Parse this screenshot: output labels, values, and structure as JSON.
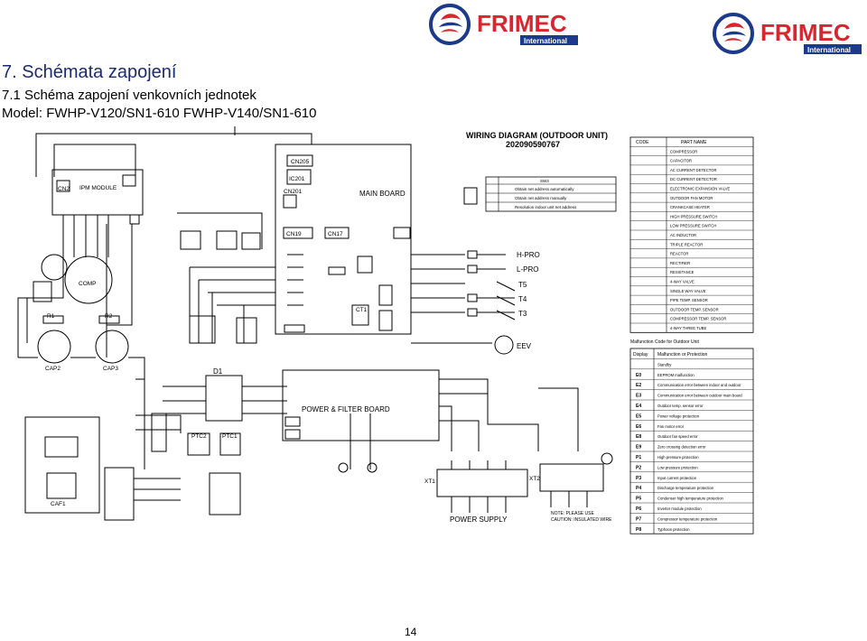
{
  "header": {
    "section_title": "7. Schémata zapojení",
    "subsection_title": "7.1 Schéma zapojení venkovních jednotek",
    "model_line": "Model: FWHP-V120/SN1-610 FWHP-V140/SN1-610"
  },
  "logos": [
    {
      "brand": "FRIMEC",
      "subtitle": "International",
      "accent": "#d7262e",
      "ring": "#1b3a8c"
    },
    {
      "brand": "FRIMEC",
      "subtitle": "International",
      "accent": "#d7262e",
      "ring": "#1b3a8c"
    }
  ],
  "diagram": {
    "title": "WIRING DIAGRAM (OUTDOOR UNIT)",
    "number": "202090590767",
    "main_board": "MAIN BOARD",
    "ipm_module": "IPM MODULE",
    "power_filter_board": "POWER & FILTER BOARD",
    "power_supply": "POWER SUPPLY",
    "connectors": {
      "cn2": "CN2",
      "cn205": "CN205",
      "cn201": "CN201",
      "cn19": "CN19",
      "cn17": "CN17"
    },
    "components": {
      "ic201": "IC201",
      "comp": "COMP",
      "cap2": "CAP2",
      "cap3": "CAP3",
      "caf1": "CAF1",
      "d1": "D1",
      "ptc2": "PTC2",
      "ptc1": "PTC1",
      "r1": "R1",
      "r2": "R2",
      "ct1": "CT1",
      "xt1": "XT1",
      "xt2": "XT2",
      "eev": "EEV"
    },
    "sensors": [
      {
        "label": "H-PRO"
      },
      {
        "label": "L-PRO"
      },
      {
        "label": "T5"
      },
      {
        "label": "T4"
      },
      {
        "label": "T3"
      }
    ],
    "legend_header": [
      "CODE",
      "PART NAME"
    ],
    "legend_rows": [
      "COMPRESSOR",
      "CAPACITOR",
      "AC CURRENT DETECTOR",
      "DC CURRENT DETECTOR",
      "ELECTRONIC EXPANSION VALVE",
      "OUTDOOR FAN MOTOR",
      "CRANKCASE HEATER",
      "HIGH PRESSURE SWITCH",
      "LOW PRESSURE SWITCH",
      "AC INDUCTOR",
      "TRIPLE REACTOR",
      "REACTOR",
      "RECTIFIER",
      "RESISTANCE",
      "4-WAY VALVE",
      "SINGLE WAY VALVE",
      "PIPE TEMP. SENSOR",
      "OUTDOOR TEMP. SENSOR",
      "COMPRESSOR TEMP. SENSOR",
      "4-WAY THREE TUBE"
    ],
    "switch_table_title": "SW3",
    "switch_rows": [
      "Obtain net address automatically",
      "Obtain net address manually",
      "Resolution indoor unit net address"
    ],
    "malfunction_title": "Malfunction Code for Outdoor Unit",
    "malfunction_header": [
      "Display",
      "Malfunction or Protection"
    ],
    "malfunction_codes": [
      {
        "code": "",
        "text": "Standby"
      },
      {
        "code": "E0",
        "text": "EEPROM malfunction"
      },
      {
        "code": "E2",
        "text": "Communication error between indoor and outdoor"
      },
      {
        "code": "E3",
        "text": "Communication error between outdoor main board"
      },
      {
        "code": "E4",
        "text": "Outdoor temp. sensor error"
      },
      {
        "code": "E5",
        "text": "Power voltage protection"
      },
      {
        "code": "E6",
        "text": "Fan motor error"
      },
      {
        "code": "E8",
        "text": "Outdoor fan speed error"
      },
      {
        "code": "E9",
        "text": "Zero crossing detection error"
      },
      {
        "code": "P1",
        "text": "High pressure protection"
      },
      {
        "code": "P2",
        "text": "Low pressure protection"
      },
      {
        "code": "P3",
        "text": "Input current protection"
      },
      {
        "code": "P4",
        "text": "Discharge temperature protection"
      },
      {
        "code": "P5",
        "text": "Condenser high temperature protection"
      },
      {
        "code": "P6",
        "text": "Inverter module protection"
      },
      {
        "code": "P7",
        "text": "Compressor temperature protection"
      },
      {
        "code": "P8",
        "text": "Typhoon protection"
      }
    ],
    "note_lines": [
      "NOTE: PLEASE USE",
      "CAUTION: INSULATED WIRE"
    ]
  },
  "page": {
    "number": "14"
  }
}
